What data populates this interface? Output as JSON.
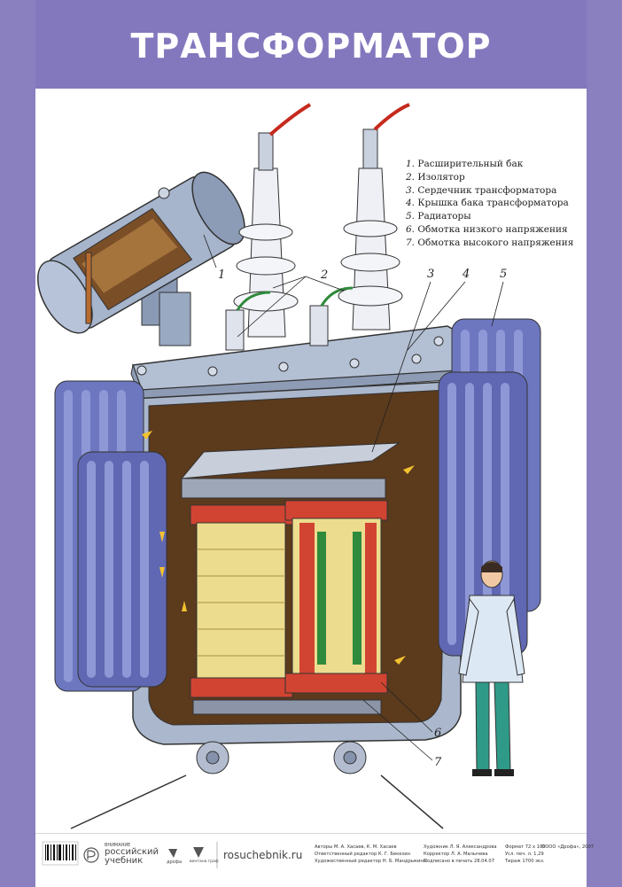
{
  "title": "ТРАНСФОРМАТОР",
  "legend": [
    {
      "num": "1.",
      "label": "Расширительный бак"
    },
    {
      "num": "2.",
      "label": "Изолятор"
    },
    {
      "num": "3.",
      "label": "Сердечник трансформатора"
    },
    {
      "num": "4.",
      "label": "Крышка бака трансформатора"
    },
    {
      "num": "5.",
      "label": "Радиаторы"
    },
    {
      "num": "6.",
      "label": "Обмотка низкого напряжения"
    },
    {
      "num": "7.",
      "label": "Обмотка высокого напряжения"
    }
  ],
  "callouts": [
    "1",
    "2",
    "3",
    "4",
    "5",
    "6",
    "7"
  ],
  "footer": {
    "series_top": "ВНИМАНИЕ",
    "brand_line1": "российский",
    "brand_line2": "учебник",
    "logo2": "дрофа",
    "logo3": "вентана граф",
    "website": "rosuchebnik.ru",
    "credits_col1": [
      "Авторы М. А. Хасаев, К. М. Хасаев",
      "Ответственный редактор К. Г. Бекезин",
      "Художественный редактор Н. Б. Мандрыкина"
    ],
    "credits_col2": [
      "Художник Л. Я. Александрова",
      "Корректор Л. А. Малычева",
      "Подписано в печать 28.04.07"
    ],
    "credits_col3": [
      "Формат 72 х 100",
      "Усл. печ. л. 1,29",
      "Тираж 1700 экз."
    ],
    "copyright": "©ООО «Дрофа», 2007"
  },
  "colors": {
    "frame": "#8a7fbf",
    "tank": "#a9b8cf",
    "oil": "#5a3a1e",
    "radiator": "#6e78c2",
    "winding_red": "#d24432",
    "coil_yellow": "#ecdc8e",
    "insulator": "#f0f1f5"
  }
}
